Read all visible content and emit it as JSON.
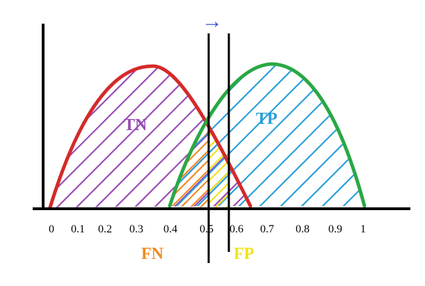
{
  "diagram": {
    "x_axis": {
      "tick_labels": [
        "0",
        "0.1",
        "0.2",
        "0.3",
        "0.4",
        "0.5",
        "0.6",
        "0.7",
        "0.8",
        "0.9",
        "1"
      ]
    },
    "region_labels": {
      "tn": "TN",
      "tp": "TP",
      "fn": "FN",
      "fp": "FP"
    },
    "arrow_glyph": "→",
    "colors": {
      "negative_curve": "#d42a2a",
      "positive_curve": "#29a845",
      "tn_hatch": "#9a4bb5",
      "tp_hatch": "#2a9fd8",
      "fn_hatch": "#f08a24",
      "fp_hatch": "#f2e21a",
      "arrow": "#3b4fd0",
      "axis": "#000000",
      "threshold": "#000000"
    }
  }
}
